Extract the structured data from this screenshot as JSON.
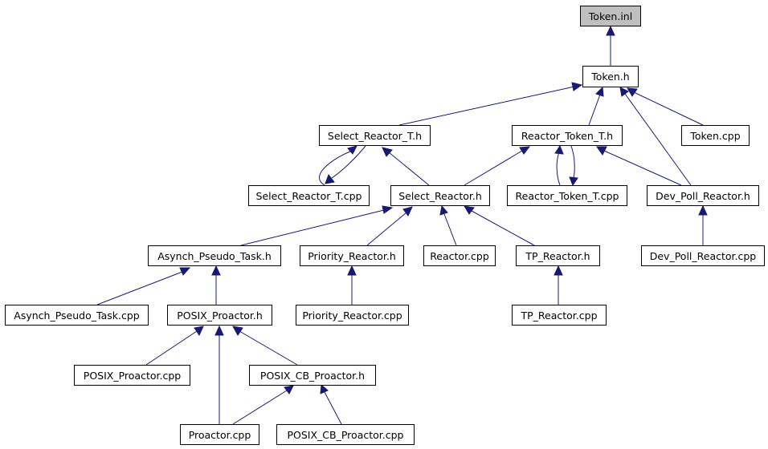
{
  "colors": {
    "edge": "#191970",
    "root_fill": "#bfbfbf",
    "node_fill": "#ffffff",
    "border": "#000000"
  },
  "nodes": {
    "token_inl": "Token.inl",
    "token_h": "Token.h",
    "select_reactor_t_h": "Select_Reactor_T.h",
    "reactor_token_t_h": "Reactor_Token_T.h",
    "token_cpp": "Token.cpp",
    "select_reactor_t_cpp": "Select_Reactor_T.cpp",
    "select_reactor_h": "Select_Reactor.h",
    "reactor_token_t_cpp": "Reactor_Token_T.cpp",
    "dev_poll_reactor_h": "Dev_Poll_Reactor.h",
    "asynch_pseudo_task_h": "Asynch_Pseudo_Task.h",
    "priority_reactor_h": "Priority_Reactor.h",
    "reactor_cpp": "Reactor.cpp",
    "tp_reactor_h": "TP_Reactor.h",
    "dev_poll_reactor_cpp": "Dev_Poll_Reactor.cpp",
    "asynch_pseudo_task_cpp": "Asynch_Pseudo_Task.cpp",
    "posix_proactor_h": "POSIX_Proactor.h",
    "priority_reactor_cpp": "Priority_Reactor.cpp",
    "tp_reactor_cpp": "TP_Reactor.cpp",
    "posix_proactor_cpp": "POSIX_Proactor.cpp",
    "posix_cb_proactor_h": "POSIX_CB_Proactor.h",
    "proactor_cpp": "Proactor.cpp",
    "posix_cb_proactor_cpp": "POSIX_CB_Proactor.cpp"
  },
  "edges": [
    [
      "token_h",
      "token_inl"
    ],
    [
      "select_reactor_t_h",
      "token_h"
    ],
    [
      "reactor_token_t_h",
      "token_h"
    ],
    [
      "token_cpp",
      "token_h"
    ],
    [
      "dev_poll_reactor_h",
      "token_h"
    ],
    [
      "select_reactor_t_cpp",
      "select_reactor_t_h"
    ],
    [
      "select_reactor_t_h",
      "select_reactor_t_cpp"
    ],
    [
      "select_reactor_h",
      "select_reactor_t_h"
    ],
    [
      "select_reactor_h",
      "reactor_token_t_h"
    ],
    [
      "reactor_token_t_cpp",
      "reactor_token_t_h"
    ],
    [
      "reactor_token_t_h",
      "reactor_token_t_cpp"
    ],
    [
      "dev_poll_reactor_h",
      "reactor_token_t_h"
    ],
    [
      "asynch_pseudo_task_h",
      "select_reactor_h"
    ],
    [
      "priority_reactor_h",
      "select_reactor_h"
    ],
    [
      "reactor_cpp",
      "select_reactor_h"
    ],
    [
      "tp_reactor_h",
      "select_reactor_h"
    ],
    [
      "dev_poll_reactor_cpp",
      "dev_poll_reactor_h"
    ],
    [
      "asynch_pseudo_task_cpp",
      "asynch_pseudo_task_h"
    ],
    [
      "posix_proactor_h",
      "asynch_pseudo_task_h"
    ],
    [
      "priority_reactor_cpp",
      "priority_reactor_h"
    ],
    [
      "tp_reactor_cpp",
      "tp_reactor_h"
    ],
    [
      "posix_proactor_cpp",
      "posix_proactor_h"
    ],
    [
      "posix_cb_proactor_h",
      "posix_proactor_h"
    ],
    [
      "proactor_cpp",
      "posix_proactor_h"
    ],
    [
      "proactor_cpp",
      "posix_cb_proactor_h"
    ],
    [
      "posix_cb_proactor_cpp",
      "posix_cb_proactor_h"
    ]
  ]
}
